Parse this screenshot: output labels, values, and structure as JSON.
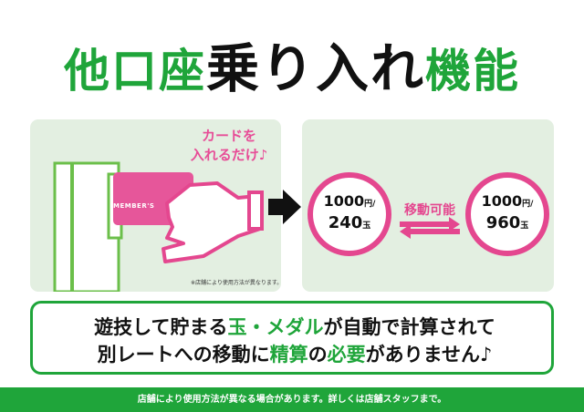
{
  "title": {
    "part1": "他口座",
    "part2": "乗り入れ",
    "part3": "機能"
  },
  "illustration": {
    "bubble": "カードを\n入れるだけ♪",
    "card_label": "MEMBER'S",
    "note": "※店舗により使用方法が異なります。"
  },
  "conversion": {
    "left_amount": "1000",
    "left_unit": "円/",
    "left_balls": "240",
    "balls_unit": "玉",
    "move_label": "移動可能",
    "right_amount": "1000",
    "right_unit": "円/",
    "right_balls": "960"
  },
  "message": {
    "line1_a": "遊技して貯まる",
    "line1_hl": "玉・メダル",
    "line1_b": "が自動で計算されて",
    "line2_a": "別レートへの移動に",
    "line2_hl": "精算",
    "line2_b": "の",
    "line2_hl2": "必要",
    "line2_c": "がありません♪"
  },
  "footer": "店舗により使用方法が異なる場合があります。詳しくは店舗スタッフまで。",
  "colors": {
    "green": "#1fa53a",
    "pink": "#e4478f",
    "panel_bg": "#e3efe1"
  }
}
